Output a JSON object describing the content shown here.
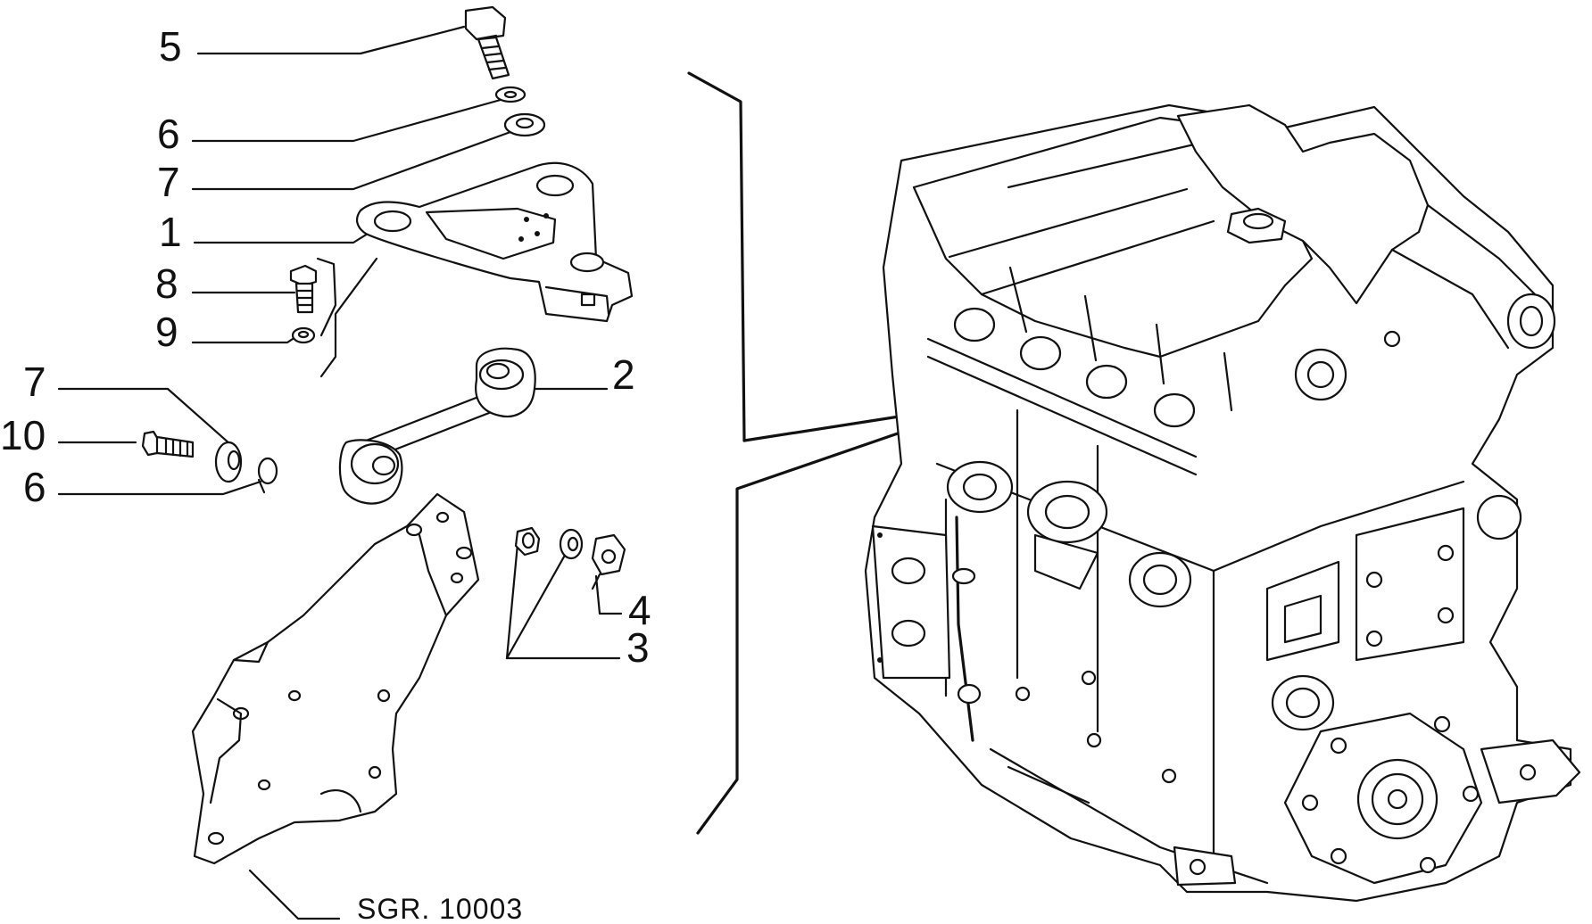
{
  "callouts": {
    "c5": "5",
    "c6_top": "6",
    "c7_top": "7",
    "c1": "1",
    "c8": "8",
    "c9": "9",
    "c7_left": "7",
    "c10": "10",
    "c6_left": "6",
    "c2": "2",
    "c4": "4",
    "c3": "3"
  },
  "caption": "SGR. 10003"
}
